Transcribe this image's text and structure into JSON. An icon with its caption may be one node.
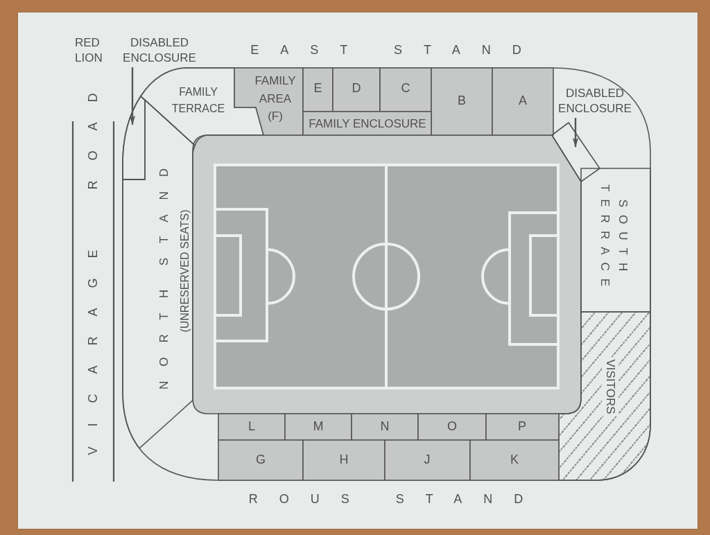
{
  "diagram": {
    "nodes": [
      {
        "text": [
          "DISABLED ENCLOSURE"
        ]
      },
      {
        "text": [
          "FAMILY TERRACE"
        ]
      },
      {
        "text": [
          "FAMILY AREA (F)"
        ]
      },
      {
        "text": [
          "E"
        ]
      },
      {
        "text": [
          "D"
        ]
      },
      {
        "text": [
          "C"
        ]
      },
      {
        "text": [
          "B"
        ]
      },
      {
        "text": [
          "A"
        ]
      },
      {
        "text": [
          "DISABLED ENCLOSURE"
        ]
      },
      {
        "text": [
          "FAMILY ENCLOSURE"
        ]
      },
      {
        "text": [],
        "shape": "box"
      },
      {
        "text": [],
        "shape": "box"
      },
      {
        "text": [
          "NORTH STAND",
          "(UNRESERVED SEATS)"
        ]
      },
      {
        "text": [
          "SOUTH TERRACE"
        ]
      },
      {
        "text": [
          "VISITORS"
        ]
      },
      {
        "text": [
          "L"
        ]
      },
      {
        "text": [
          "M"
        ]
      },
      {
        "text": [
          "N"
        ]
      },
      {
        "text": [
          "O"
        ]
      },
      {
        "text": [
          "P"
        ]
      },
      {
        "text": [
          "G"
        ]
      },
      {
        "text": [
          "H"
        ]
      },
      {
        "text": [
          "J"
        ]
      },
      {
        "text": [
          "K"
        ]
      }
    ],
    "edges": [
      {
        "from": 0,
        "to": 10,
        "arrow": "to"
      },
      {
        "from": 8,
        "to": 11,
        "arrow": "to"
      }
    ],
    "labels": [
      "RED LION",
      "EAST STAND",
      "VICARAGE ROAD",
      "ROUS STAND"
    ]
  }
}
